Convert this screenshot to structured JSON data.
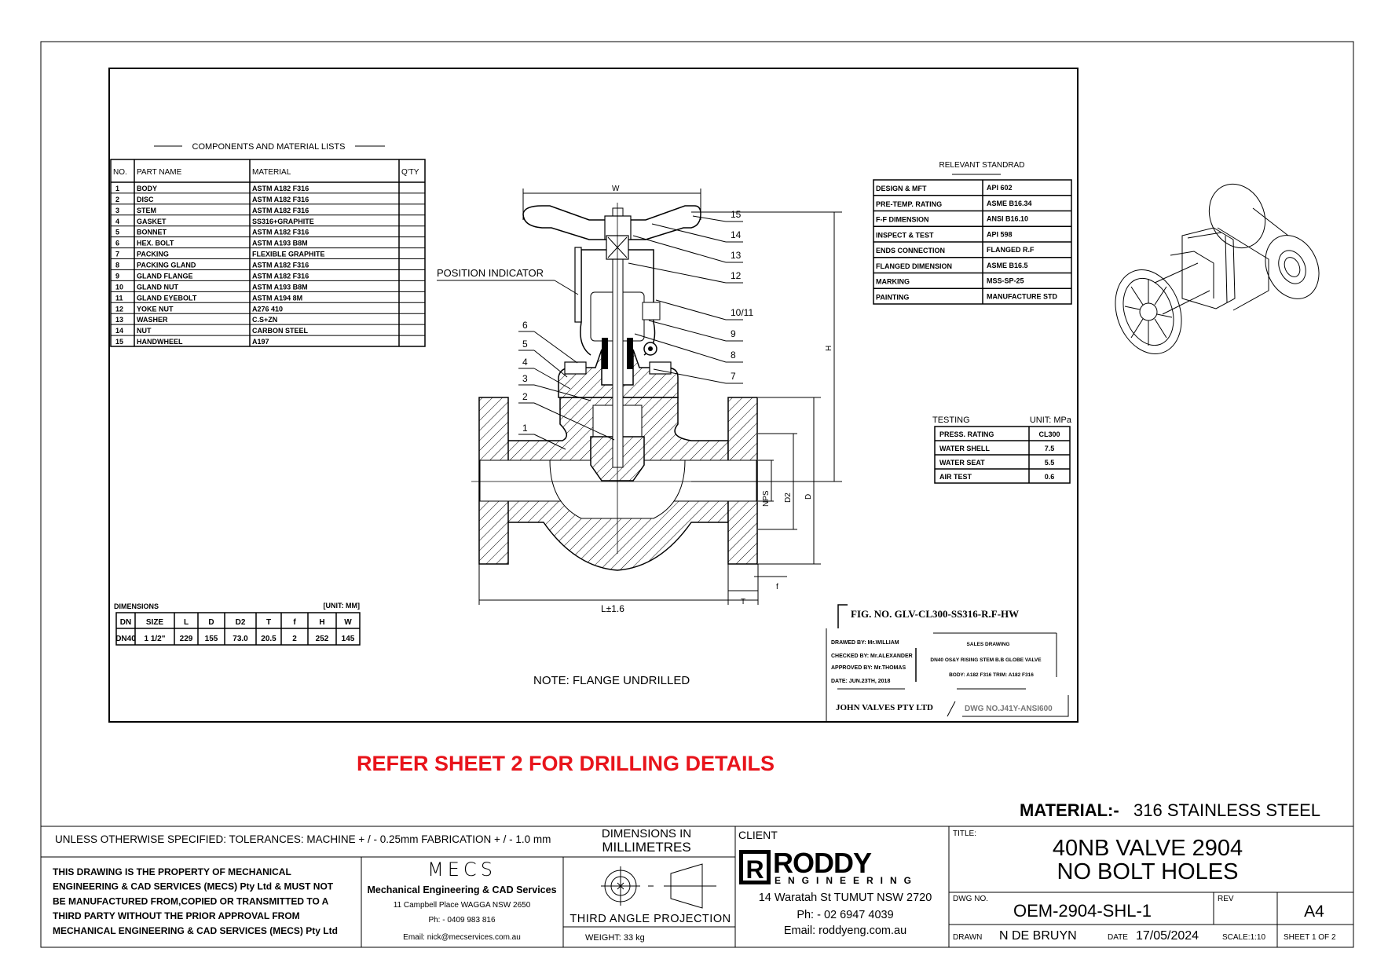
{
  "components": {
    "title": "COMPONENTS AND MATERIAL LISTS",
    "headers": [
      "NO.",
      "PART NAME",
      "MATERIAL",
      "Q'TY"
    ],
    "rows": [
      [
        "1",
        "BODY",
        "ASTM A182 F316",
        ""
      ],
      [
        "2",
        "DISC",
        "ASTM A182 F316",
        ""
      ],
      [
        "3",
        "STEM",
        "ASTM A182 F316",
        ""
      ],
      [
        "4",
        "GASKET",
        "SS316+GRAPHITE",
        ""
      ],
      [
        "5",
        "BONNET",
        "ASTM A182 F316",
        ""
      ],
      [
        "6",
        "HEX. BOLT",
        "ASTM A193 B8M",
        ""
      ],
      [
        "7",
        "PACKING",
        "FLEXIBLE GRAPHITE",
        ""
      ],
      [
        "8",
        "PACKING GLAND",
        "ASTM A182 F316",
        ""
      ],
      [
        "9",
        "GLAND FLANGE",
        "ASTM A182 F316",
        ""
      ],
      [
        "10",
        "GLAND NUT",
        "ASTM A193 B8M",
        ""
      ],
      [
        "11",
        "GLAND EYEBOLT",
        "ASTM A194 8M",
        ""
      ],
      [
        "12",
        "YOKE NUT",
        "A276 410",
        ""
      ],
      [
        "13",
        "WASHER",
        "C.S+ZN",
        ""
      ],
      [
        "14",
        "NUT",
        "CARBON STEEL",
        ""
      ],
      [
        "15",
        "HANDWHEEL",
        "A197",
        ""
      ]
    ]
  },
  "standards": {
    "title": "RELEVANT STANDRAD",
    "rows": [
      [
        "DESIGN & MFT",
        "API 602"
      ],
      [
        "PRE-TEMP. RATING",
        "ASME B16.34"
      ],
      [
        "F-F DIMENSION",
        "ANSI B16.10"
      ],
      [
        "INSPECT & TEST",
        "API 598"
      ],
      [
        "ENDS CONNECTION",
        "FLANGED R.F"
      ],
      [
        "FLANGED DIMENSION",
        "ASME B16.5"
      ],
      [
        "MARKING",
        "MSS-SP-25"
      ],
      [
        "PAINTING",
        "MANUFACTURE STD"
      ]
    ]
  },
  "testing": {
    "title": "TESTING",
    "unit": "UNIT: MPa",
    "rows": [
      [
        "PRESS. RATING",
        "CL300"
      ],
      [
        "WATER SHELL",
        "7.5"
      ],
      [
        "WATER SEAT",
        "5.5"
      ],
      [
        "AIR TEST",
        "0.6"
      ]
    ]
  },
  "dimensions": {
    "title": "DIMENSIONS",
    "unit": "[UNIT: MM]",
    "headers": [
      "DN",
      "SIZE",
      "L",
      "D",
      "D2",
      "T",
      "f",
      "H",
      "W"
    ],
    "values": [
      "DN40",
      "1 1/2\"",
      "229",
      "155",
      "73.0",
      "20.5",
      "2",
      "252",
      "145"
    ]
  },
  "drawing": {
    "position_indicator": "POSITION INDICATOR",
    "note": "NOTE:  FLANGE  UNDRILLED",
    "right_labels": [
      "15",
      "14",
      "13",
      "12",
      "10/11",
      "9",
      "8",
      "7"
    ],
    "left_labels": [
      "6",
      "5",
      "4",
      "3",
      "2",
      "1"
    ],
    "dim": {
      "W": "W",
      "H": "H",
      "D": "D",
      "D2": "D2",
      "NPS": "NPS",
      "f": "f",
      "T": "T",
      "L": "L±1.6"
    }
  },
  "fig_block": {
    "fig_no": "FIG. NO. GLV-CL300-SS316-R.F-HW",
    "drawn_by": "DRAWED BY: Mr.WILLIAM",
    "checked_by": "CHECKED BY: Mr.ALEXANDER",
    "approved_by": "APPROVED BY: Mr.THOMAS",
    "date": "DATE: JUN.23TH, 2018",
    "sales": "SALES DRAWING",
    "desc": "DN40 OS&Y RISING STEM B.B GLOBE VALVE",
    "body": "BODY: A182 F316 TRIM: A182 F316",
    "company": "JOHN VALVES PTY LTD",
    "dwg_no": "DWG NO.J41Y-ANSI600"
  },
  "notice": {
    "text": "REFER SHEET 2 FOR DRILLING DETAILS",
    "color": "#e8141b"
  },
  "material": {
    "label": "MATERIAL:-",
    "value": "316 STAINLESS STEEL"
  },
  "title_block": {
    "tolerances": "UNLESS OTHERWISE SPECIFIED: TOLERANCES: MACHINE + / - 0.25mm  FABRICATION + / - 1.0 mm",
    "dims_in_1": "DIMENSIONS IN",
    "dims_in_2": "MILLIMETRES",
    "property": [
      "THIS DRAWING IS THE PROPERTY OF MECHANICAL",
      "ENGINEERING & CAD SERVICES (MECS) Pty Ltd & MUST NOT",
      "BE MANUFACTURED FROM,COPIED OR TRANSMITTED TO A",
      "THIRD PARTY WITHOUT THE PRIOR APPROVAL FROM",
      "MECHANICAL ENGINEERING & CAD SERVICES (MECS) Pty Ltd"
    ],
    "mecs_logo": "MECS",
    "mecs_name": "Mechanical Engineering & CAD Services",
    "mecs_address": "11 Campbell Place WAGGA NSW 2650",
    "mecs_phone": "Ph: - 0409 983 816",
    "mecs_email": "Email: nick@mecservices.com.au",
    "projection": "THIRD ANGLE PROJECTION",
    "weight": "WEIGHT: 33 kg",
    "client_label": "CLIENT",
    "client_logo_main": "RODDY",
    "client_logo_sub": "ENGINEERING",
    "client_address": "14 Waratah St TUMUT NSW 2720",
    "client_phone": "Ph: - 02 6947 4039",
    "client_email": "Email: roddyeng.com.au",
    "title_label": "TITLE:",
    "title_1": "40NB VALVE 2904",
    "title_2": "NO BOLT HOLES",
    "dwg_no_label": "DWG NO.",
    "dwg_no": "OEM-2904-SHL-1",
    "rev_label": "REV",
    "size": "A4",
    "drawn_label": "DRAWN",
    "drawn": "N DE BRUYN",
    "date_label": "DATE",
    "date": "17/05/2024",
    "scale": "SCALE:1:10",
    "sheet": "SHEET 1 OF 2"
  }
}
